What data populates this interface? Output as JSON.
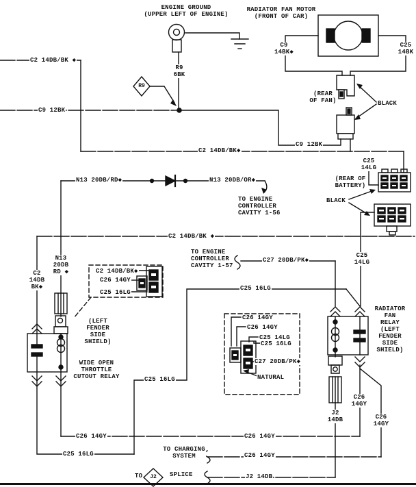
{
  "title": "Radiator Fan Motor Wiring Diagram",
  "colors": {
    "line": "#111111",
    "background": "#ffffff"
  },
  "labels": {
    "engine_ground": "ENGINE GROUND\n(UPPER LEFT OF ENGINE)",
    "fan_motor_title": "RADIATOR FAN MOTOR\n(FRONT OF CAR)",
    "r9_6bk": "R9\n6BK",
    "c2_top": "C2 14DB/BK ◆",
    "c9_left": "C9 12BK",
    "c9_14bk": "C9\n14BK◆",
    "c25_14bk": "C25\n14BK",
    "rear_of_fan": "(REAR\nOF FAN)",
    "black_fan": "BLACK",
    "c9_mid": "C9 12BK",
    "c2_mid": "C2 14DB/BK◆",
    "n13_rd": "N13 20DB/RD◆",
    "n13_or": "N13 20DB/OR◆",
    "to_ec_1_56": "TO ENGINE\nCONTROLLER\nCAVITY 1-56",
    "rear_of_battery": "(REAR OF\nBATTERY)",
    "black_battery": "BLACK",
    "c25_14lg_a": "C25\n14LG",
    "c2_low": "C2 14DB/BK ◆",
    "c25_14lg_b": "C25\n14LG",
    "n13_vert": "N13\n20DB\nRD ◆",
    "c2_vert": "C2\n14DB\nBK◆",
    "to_ec_1_57": "TO ENGINE\nCONTROLLER\nCAVITY 1-57",
    "c27": "C27 20DB/PK◆",
    "c25_16lg_a": "C25 16LG",
    "box1_c2": "C2 14DB/BK◆",
    "box1_c26": "C26 14GY",
    "box1_c25": "C25 16LG",
    "left_fender": "(LEFT\nFENDER\nSIDE\nSHIELD)",
    "wot_relay": "WIDE OPEN\nTHROTTLE\nCUTOUT RELAY",
    "box2_c26_a": "C26 14GY",
    "box2_c26_b": "C26 14GY",
    "box2_c25_14lg": "C25 14LG",
    "box2_c25_16lg": "C25 16LG",
    "box2_c27": "C27 20DB/PK◆",
    "natural": "NATURAL",
    "fan_relay": "RADIATOR\nFAN\nRELAY\n(LEFT\nFENDER\nSIDE\nSHIELD)",
    "c25_16lg_b": "C25 16LG",
    "c26_vert_a": "C26\n14GY",
    "j2_vert": "J2\n14DB",
    "c26_vert_b": "C26\n14GY",
    "c26_bot_a": "C26 14GY",
    "c26_bot_b": "C26 14GY",
    "c25_16lg_c": "C25 16LG",
    "to_charging": "TO CHARGING\nSYSTEM",
    "c26_bot_c": "C26 14GY",
    "to_j2": "TO",
    "splice": "SPLICE",
    "j2_bot": "J2 14DB",
    "r9_symbol": "R9",
    "j2_symbol": "J2"
  }
}
